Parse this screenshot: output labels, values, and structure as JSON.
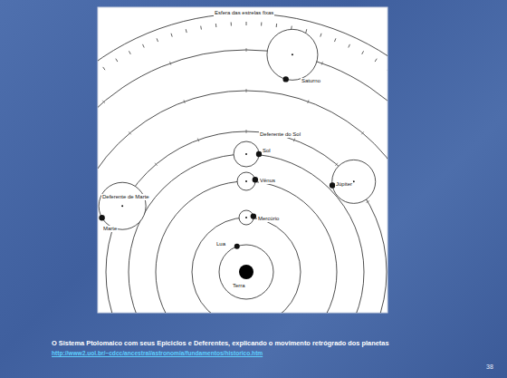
{
  "diagram": {
    "caption": "O Sistema Ptolomaico com seus Epiciclos e Deferentes, explicando o movimento retrógrado dos planetas",
    "labels": [
      "Esfera das estrelas fixas",
      "Saturno",
      "Júpiter",
      "Marte",
      "Deferente de Marte",
      "Deferente do Sol",
      "Sol",
      "Vênus",
      "Mercúrio",
      "Lua",
      "Terra",
      "http://www2.uol.br/~cdcc/ancestral/astronomia/fundamentos/historico.htm",
      "38"
    ]
  }
}
